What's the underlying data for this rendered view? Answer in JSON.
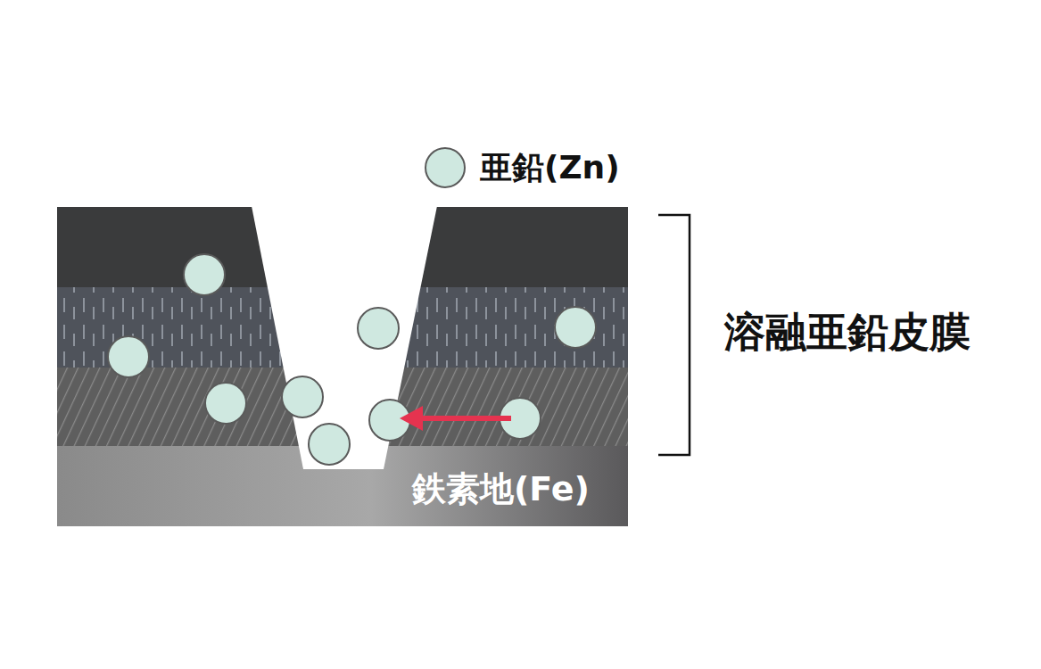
{
  "diagram": {
    "labels": [
      "溶融亜鉛皮膜",
      "鉄素地(Fe)"
    ],
    "legend": [
      {
        "text": "亜鉛(Zn)",
        "color": "#cfe8e0"
      }
    ]
  }
}
